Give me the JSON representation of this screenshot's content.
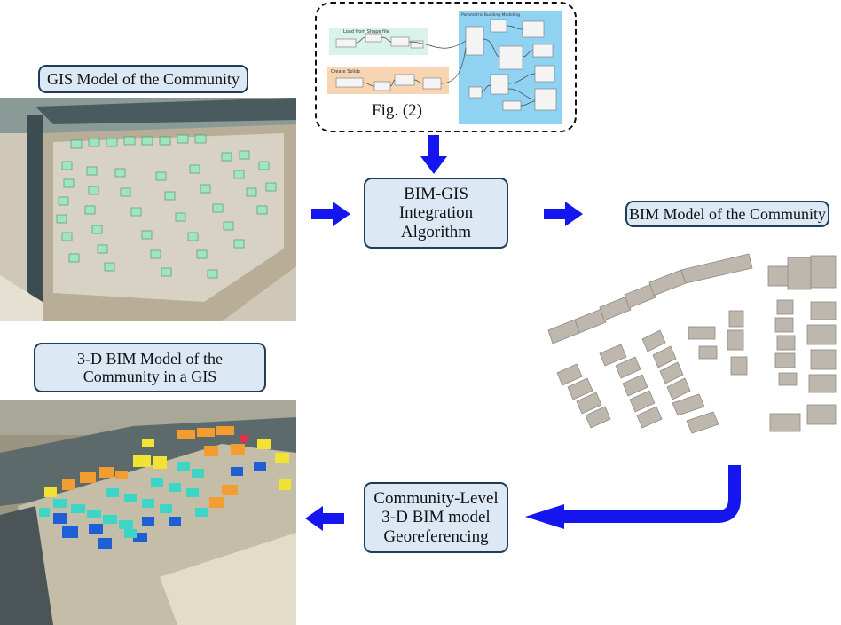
{
  "labels": {
    "gis_model": "GIS Model of the Community",
    "integration": [
      "BIM-GIS",
      "Integration",
      "Algorithm"
    ],
    "bim_model": "BIM Model of the Community",
    "gis_3d": [
      "3-D BIM Model of the",
      "Community in a GIS"
    ],
    "georef": [
      "Community-Level",
      "3-D BIM model",
      "Georeferencing"
    ],
    "fig_caption": "Fig. (2)"
  },
  "colors": {
    "arrow": "#1515f0",
    "box_fill": "#dce9f5",
    "box_border": "#1f3c5a",
    "building_footprint": "#9ee6bf",
    "bim_building": "#bdb7ae"
  },
  "icons": [
    "right-arrow-icon",
    "down-arrow-icon",
    "left-arrow-icon",
    "bent-arrow-icon"
  ]
}
